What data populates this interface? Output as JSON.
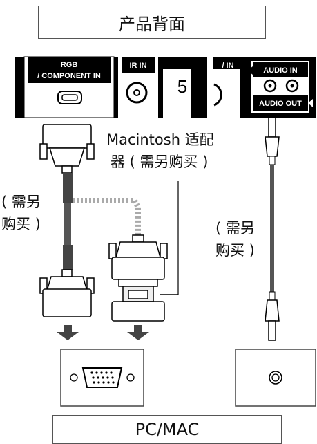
{
  "title_top": "产品背面",
  "title_bottom": "PC/MAC",
  "panel": {
    "rgb_label_line1": "RGB",
    "rgb_label_line2": "/ COMPONENT IN",
    "ir_label": "IR IN",
    "partial_label": "/ IN",
    "audio_in_label": "AUDIO IN",
    "audio_out_label": "AUDIO OUT"
  },
  "annotations": {
    "mac_adapter_line1": "Macintosh 适配",
    "mac_adapter_line2": "器 ( 需另购买 )",
    "left_cable_line1": "( 需另",
    "left_cable_line2": "购买 )",
    "right_cable_line1": "( 需另",
    "right_cable_line2": "购买 )"
  },
  "icons": [
    "vga-port-icon",
    "audio-jack-icon",
    "down-arrow-icon",
    "d-sub-connector-icon",
    "mac-adapter-icon",
    "audio-plug-icon"
  ],
  "colors": {
    "panel": "#000000",
    "cable": "#555555",
    "arrow": "#444444"
  }
}
